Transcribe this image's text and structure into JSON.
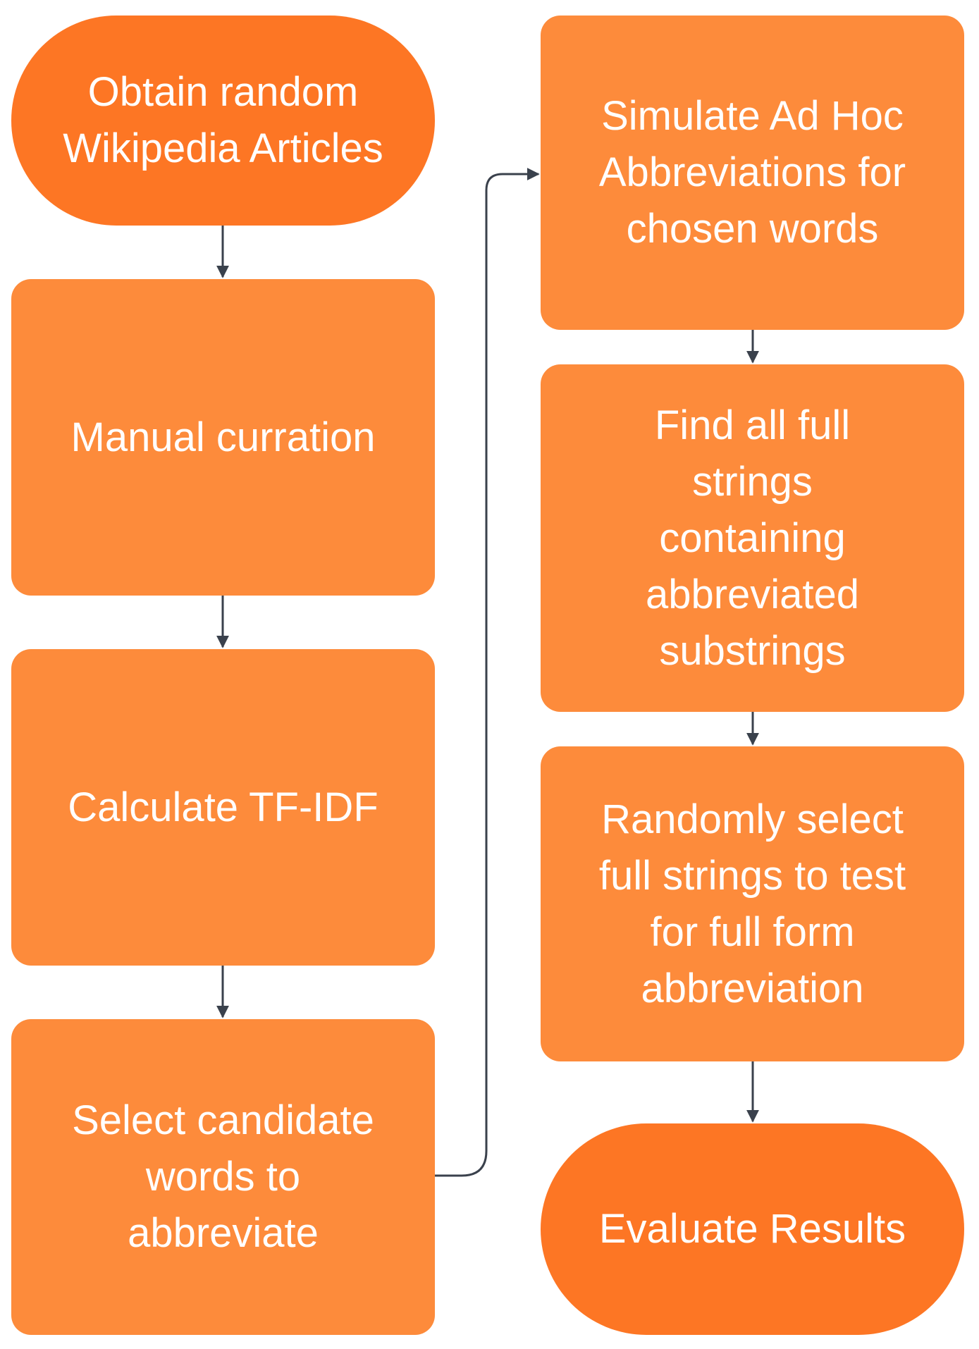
{
  "diagram": {
    "type": "flowchart",
    "colors": {
      "terminal_fill": "#fd7624",
      "process_fill": "#fd8b3b",
      "text": "#ffffff",
      "connector": "#3a414c"
    },
    "nodes": [
      {
        "id": "obtain",
        "shape": "terminal",
        "label": "Obtain random\nWikipedia Articles"
      },
      {
        "id": "curation",
        "shape": "process",
        "label": "Manual curration"
      },
      {
        "id": "tfidf",
        "shape": "process",
        "label": "Calculate TF-IDF"
      },
      {
        "id": "select",
        "shape": "process",
        "label": "Select candidate\nwords to\nabbreviate"
      },
      {
        "id": "simulate",
        "shape": "process",
        "label": "Simulate Ad Hoc\nAbbreviations for\nchosen words"
      },
      {
        "id": "find",
        "shape": "process",
        "label": "Find all full\nstrings\ncontaining\nabbreviated\nsubstrings"
      },
      {
        "id": "random",
        "shape": "process",
        "label": "Randomly select\nfull strings to test\nfor full form\nabbreviation"
      },
      {
        "id": "evaluate",
        "shape": "terminal",
        "label": "Evaluate Results"
      }
    ],
    "edges": [
      {
        "from": "obtain",
        "to": "curation"
      },
      {
        "from": "curation",
        "to": "tfidf"
      },
      {
        "from": "tfidf",
        "to": "select"
      },
      {
        "from": "select",
        "to": "simulate"
      },
      {
        "from": "simulate",
        "to": "find"
      },
      {
        "from": "find",
        "to": "random"
      },
      {
        "from": "random",
        "to": "evaluate"
      }
    ]
  }
}
